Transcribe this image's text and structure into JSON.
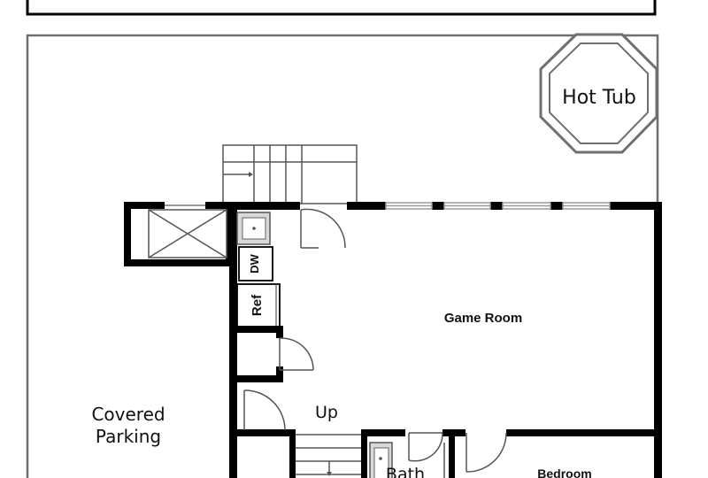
{
  "labels": {
    "hot_tub": "Hot Tub",
    "game_room": "Game Room",
    "covered_parking_line1": "Covered",
    "covered_parking_line2": "Parking",
    "up": "Up",
    "bath": "Bath",
    "bedroom": "Bedroom",
    "dishwasher": "DW",
    "refrigerator": "Ref"
  },
  "colors": {
    "wall": "#000000",
    "thin_line": "#555555",
    "outline": "#6f6f6f",
    "window": "#9a9a9a",
    "fixture_fill": "#d9d9d9"
  }
}
